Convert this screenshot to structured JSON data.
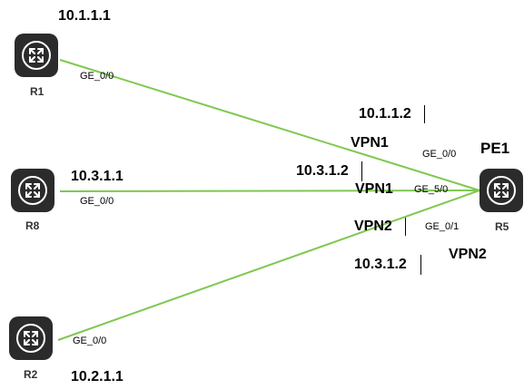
{
  "diagram": {
    "devices": {
      "r1": {
        "name": "R1",
        "icon": "router-icon"
      },
      "r8": {
        "name": "R8",
        "icon": "router-icon"
      },
      "r2": {
        "name": "R2",
        "icon": "router-icon"
      },
      "r5": {
        "name": "R5",
        "role": "PE1",
        "icon": "router-icon"
      }
    },
    "links": [
      {
        "from": "R1",
        "to": "R5",
        "color": "#7ec850"
      },
      {
        "from": "R8",
        "to": "R5",
        "color": "#7ec850"
      },
      {
        "from": "R2",
        "to": "R5",
        "color": "#7ec850"
      }
    ],
    "labels": {
      "r1_ip": "10.1.1.1",
      "r1_port": "GE_0/0",
      "r8_ip": "10.3.1.1",
      "r8_port": "GE_0/0",
      "r2_ip": "10.2.1.1",
      "r2_port": "GE_0/0",
      "pe_ip_top": "10.1.1.2",
      "pe_ip_mid": "10.3.1.2",
      "pe_ip_bottom": "10.3.1.2",
      "vpn_top": "VPN1",
      "vpn_mid": "VPN1",
      "vpn_low": "VPN2",
      "vpn_right": "VPN2",
      "pe_port_top": "GE_0/0",
      "pe_port_mid": "GE_5/0",
      "pe_port_low": "GE_0/1"
    }
  }
}
